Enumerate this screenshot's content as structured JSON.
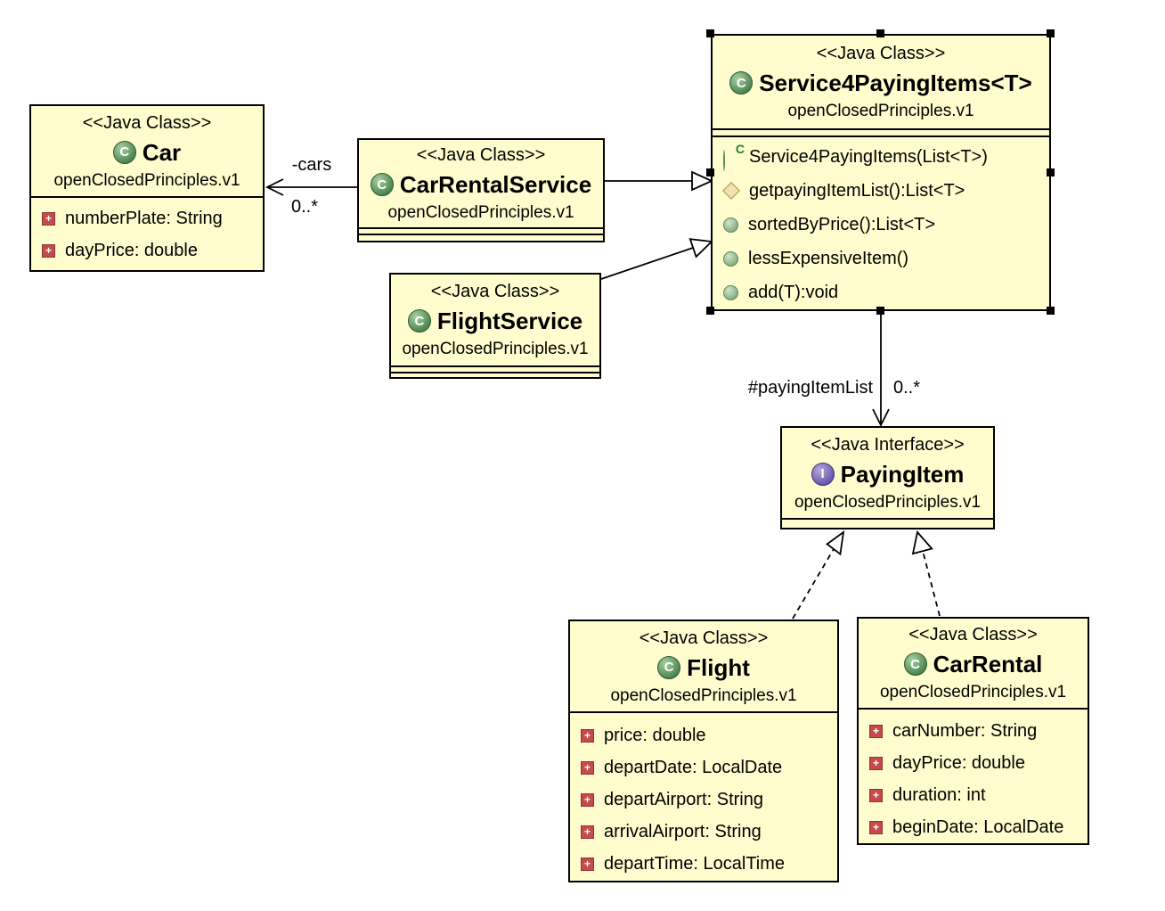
{
  "colors": {
    "box_fill": "#FFFDCE",
    "box_border": "#000000",
    "icon_green": "#4D8551",
    "icon_purple": "#6A58AD",
    "field_red": "#C54A4A",
    "diamond_tan": "#F0E2AE"
  },
  "icons": {
    "class_letter": "C",
    "interface_letter": "I",
    "constructor_letter": "C",
    "private_field_glyph": "+"
  },
  "boxes": {
    "car": {
      "stereotype": "<<Java Class>>",
      "name": "Car",
      "package": "openClosedPrinciples.v1",
      "attributes": [
        "numberPlate: String",
        "dayPrice: double"
      ]
    },
    "car_rental_service": {
      "stereotype": "<<Java Class>>",
      "name": "CarRentalService",
      "package": "openClosedPrinciples.v1"
    },
    "flight_service": {
      "stereotype": "<<Java Class>>",
      "name": "FlightService",
      "package": "openClosedPrinciples.v1"
    },
    "service4payingitems": {
      "stereotype": "<<Java Class>>",
      "name": "Service4PayingItems<T>",
      "package": "openClosedPrinciples.v1",
      "methods": [
        "Service4PayingItems(List<T>)",
        "getpayingItemList():List<T>",
        "sortedByPrice():List<T>",
        "lessExpensiveItem()",
        "add(T):void"
      ]
    },
    "paying_item": {
      "stereotype": "<<Java Interface>>",
      "name": "PayingItem",
      "package": "openClosedPrinciples.v1"
    },
    "flight": {
      "stereotype": "<<Java Class>>",
      "name": "Flight",
      "package": "openClosedPrinciples.v1",
      "attributes": [
        "price: double",
        "departDate: LocalDate",
        "departAirport: String",
        "arrivalAirport: String",
        "departTime: LocalTime"
      ]
    },
    "car_rental": {
      "stereotype": "<<Java Class>>",
      "name": "CarRental",
      "package": "openClosedPrinciples.v1",
      "attributes": [
        "carNumber: String",
        "dayPrice: double",
        "duration: int",
        "beginDate: LocalDate"
      ]
    }
  },
  "edge_labels": {
    "cars_role": "-cars",
    "cars_multiplicity": "0..*",
    "paying_item_list_role": "#payingItemList",
    "paying_item_list_multiplicity": "0..*"
  }
}
